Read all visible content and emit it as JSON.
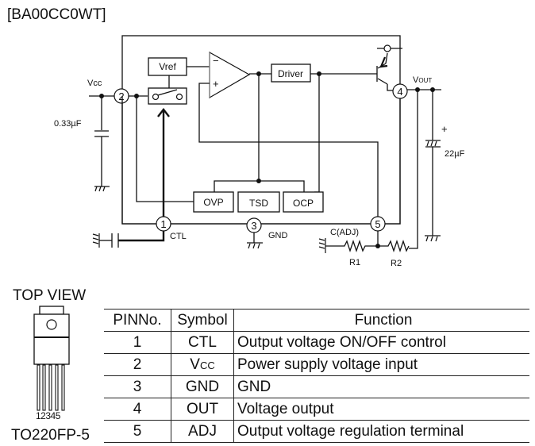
{
  "title": "[BA00CC0WT]",
  "schematic": {
    "blocks": {
      "vref": "Vref",
      "driver": "Driver",
      "ovp": "OVP",
      "tsd": "TSD",
      "ocp": "OCP"
    },
    "opamp": {
      "minus": "−",
      "plus": "+"
    },
    "pins": {
      "p1": "1",
      "p2": "2",
      "p3": "3",
      "p4": "4",
      "p5": "5"
    },
    "labels": {
      "vcc": "Vcc",
      "vout_main": "V",
      "vout_sub": "OUT",
      "cin": "0.33µF",
      "cout": "22µF",
      "cout_polarity": "+",
      "ctl": "CTL",
      "gnd": "GND",
      "cadj": "C(ADJ)",
      "r1": "R1",
      "r2": "R2"
    }
  },
  "package": {
    "view_label": "TOP VIEW",
    "pin_numbers": "12345",
    "name": "TO220FP-5"
  },
  "pin_table": {
    "headers": [
      "PINNo.",
      "Symbol",
      "Function"
    ],
    "rows": [
      {
        "pin": "1",
        "symbol": "CTL",
        "symbol_sub": "",
        "function": "Output voltage ON/OFF control"
      },
      {
        "pin": "2",
        "symbol": "V",
        "symbol_sub": "CC",
        "function": "Power supply voltage input"
      },
      {
        "pin": "3",
        "symbol": "GND",
        "symbol_sub": "",
        "function": "GND"
      },
      {
        "pin": "4",
        "symbol": "OUT",
        "symbol_sub": "",
        "function": "Voltage output"
      },
      {
        "pin": "5",
        "symbol": "ADJ",
        "symbol_sub": "",
        "function": "Output voltage regulation terminal"
      }
    ]
  }
}
